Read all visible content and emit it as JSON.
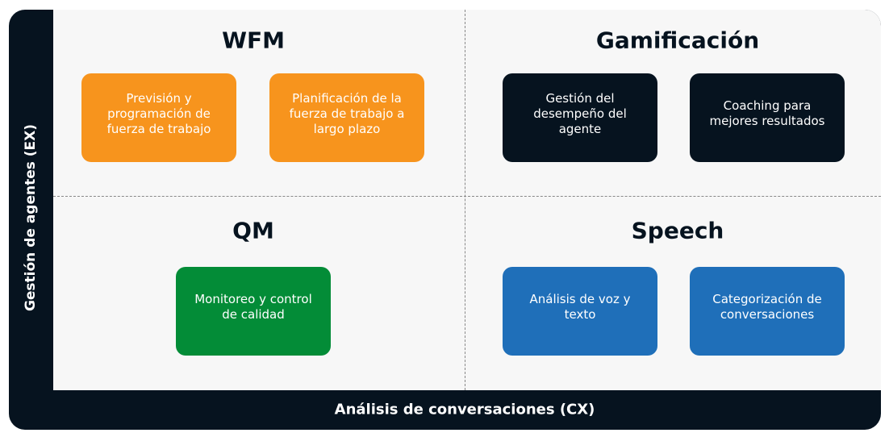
{
  "axes": {
    "y_label": "Gestión de agentes (EX)",
    "x_label": "Análisis de conversaciones (CX)"
  },
  "quadrants": [
    {
      "title": "WFM",
      "items": [
        "Previsión y programación de fuerza de trabajo",
        "Planificación de la fuerza de trabajo a largo plazo"
      ]
    },
    {
      "title": "Gamificación",
      "items": [
        "Gestión del desempeño del agente",
        "Coaching para mejores resultados"
      ]
    },
    {
      "title": "QM",
      "items": [
        "Monitoreo y control de calidad"
      ]
    },
    {
      "title": "Speech",
      "items": [
        "Análisis de voz y texto",
        "Categorización de conversaciones"
      ]
    }
  ],
  "colors": {
    "wfm": "#f7941d",
    "gamification": "#06131f",
    "qm": "#038c37",
    "speech": "#1f6fb9"
  }
}
